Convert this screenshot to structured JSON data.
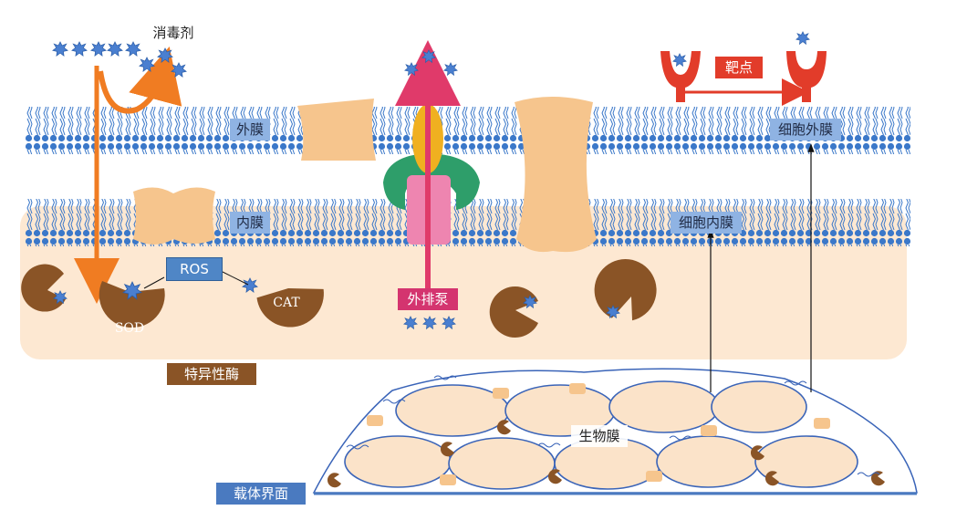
{
  "labels": {
    "disinfectant": "消毒剂",
    "outer_membrane": "外膜",
    "inner_membrane": "内膜",
    "target": "靶点",
    "cell_outer_membrane": "细胞外膜",
    "cell_inner_membrane": "细胞内膜",
    "ros": "ROS",
    "sod": "SOD",
    "cat": "CAT",
    "efflux_pump": "外排泵",
    "specific_enzyme": "特异性酶",
    "biofilm": "生物膜",
    "carrier_interface": "载体界面"
  },
  "colors": {
    "membrane_head": "#3b78c9",
    "membrane_tail": "#3b78c9",
    "cytoplasm": "#fde8d2",
    "protein": "#f6c58d",
    "enzyme": "#8a5426",
    "molecule": "#4a7fd0",
    "orange_arrow": "#f07c22",
    "efflux_arrow": "#e03a6a",
    "target_red": "#e23c2a",
    "pump_green": "#2e9e6a",
    "pump_yellow": "#f0b020",
    "pump_pink": "#ee85b0",
    "biofilm_cell": "#fbe3c9",
    "biofilm_outline": "#3a64b8",
    "carrier_line": "#4a7ac0"
  }
}
